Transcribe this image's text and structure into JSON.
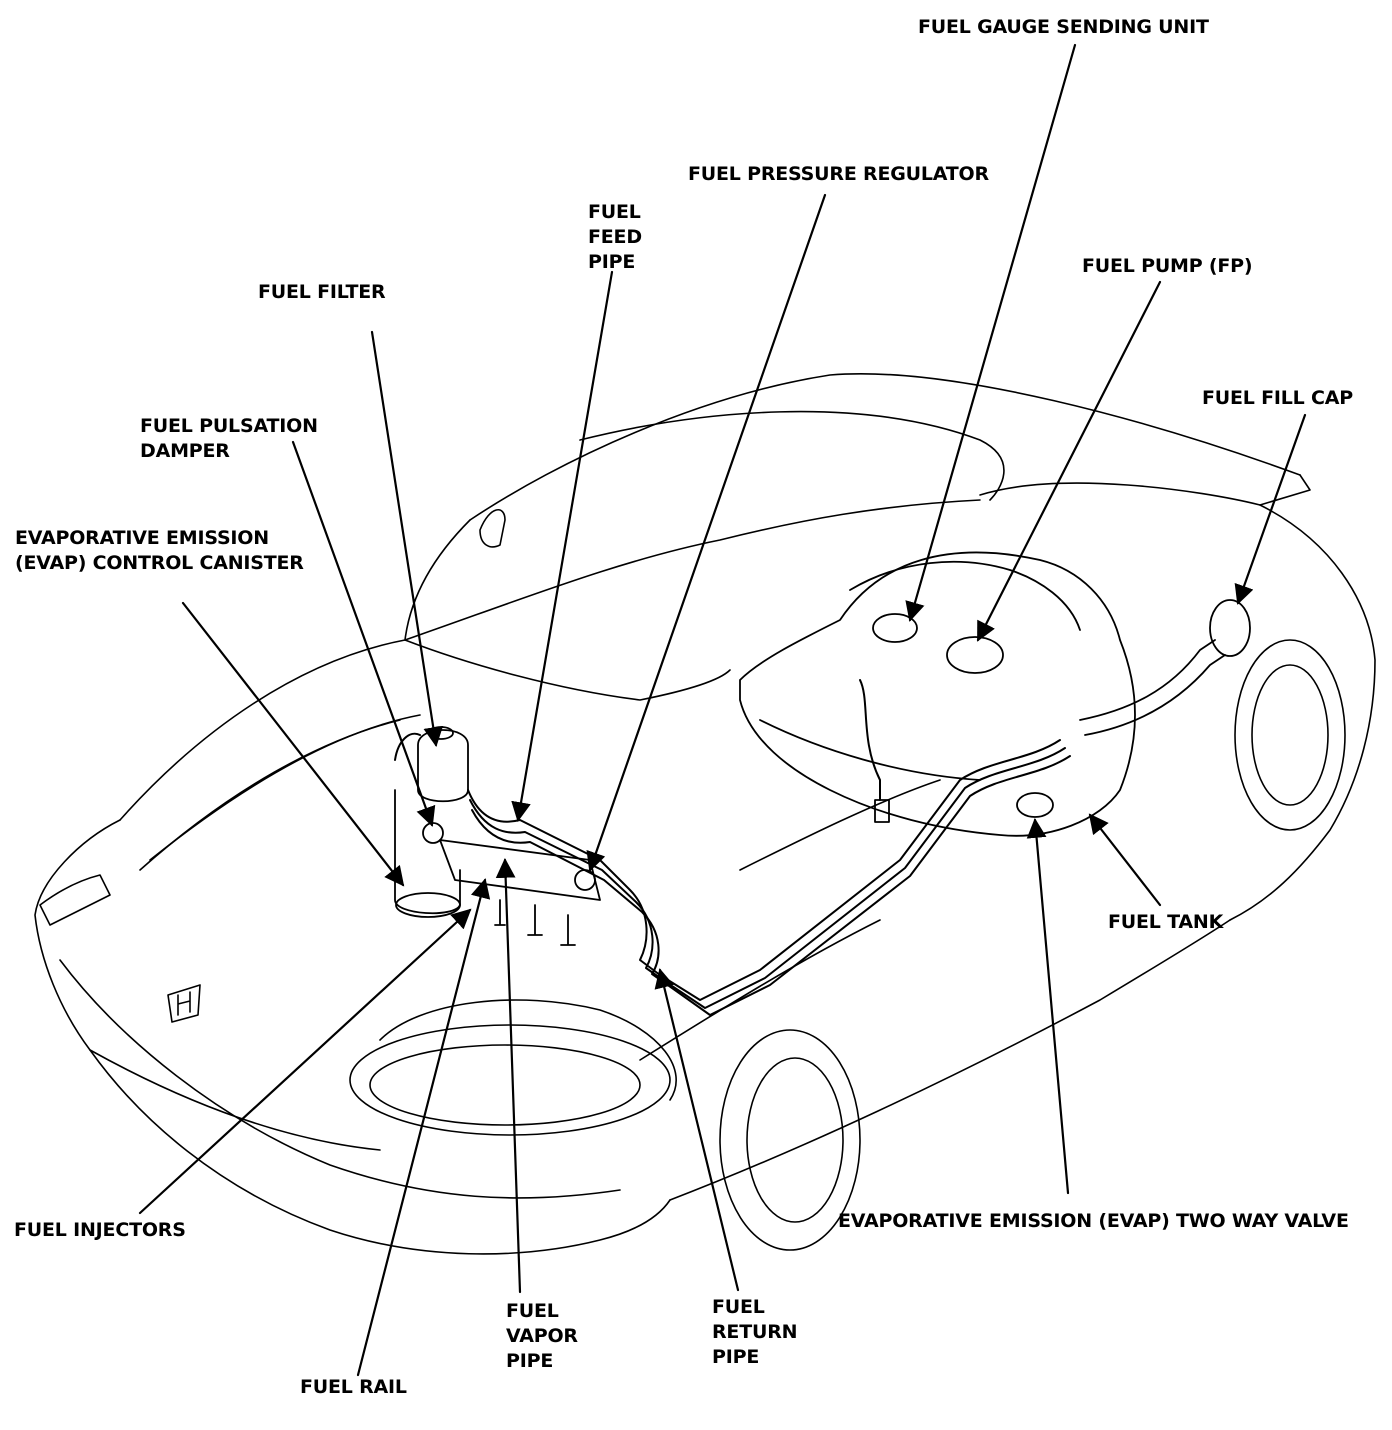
{
  "labels": {
    "fuel_gauge_sending_unit": "FUEL GAUGE SENDING UNIT",
    "fuel_pressure_regulator": "FUEL PRESSURE REGULATOR",
    "fuel_feed_pipe": [
      "FUEL",
      "FEED",
      "PIPE"
    ],
    "fuel_pump": "FUEL PUMP (FP)",
    "fuel_filter": "FUEL FILTER",
    "fuel_fill_cap": "FUEL FILL CAP",
    "fuel_pulsation_damper": [
      "FUEL PULSATION",
      "DAMPER"
    ],
    "evap_canister": [
      "EVAPORATIVE EMISSION",
      "(EVAP) CONTROL CANISTER"
    ],
    "fuel_tank": "FUEL TANK",
    "fuel_injectors": "FUEL INJECTORS",
    "evap_two_way_valve": "EVAPORATIVE EMISSION (EVAP) TWO WAY VALVE",
    "fuel_vapor_pipe": [
      "FUEL",
      "VAPOR",
      "PIPE"
    ],
    "fuel_return_pipe": [
      "FUEL",
      "RETURN",
      "PIPE"
    ],
    "fuel_rail": "FUEL RAIL"
  },
  "colors": {
    "line": "#000000",
    "background": "#ffffff"
  }
}
